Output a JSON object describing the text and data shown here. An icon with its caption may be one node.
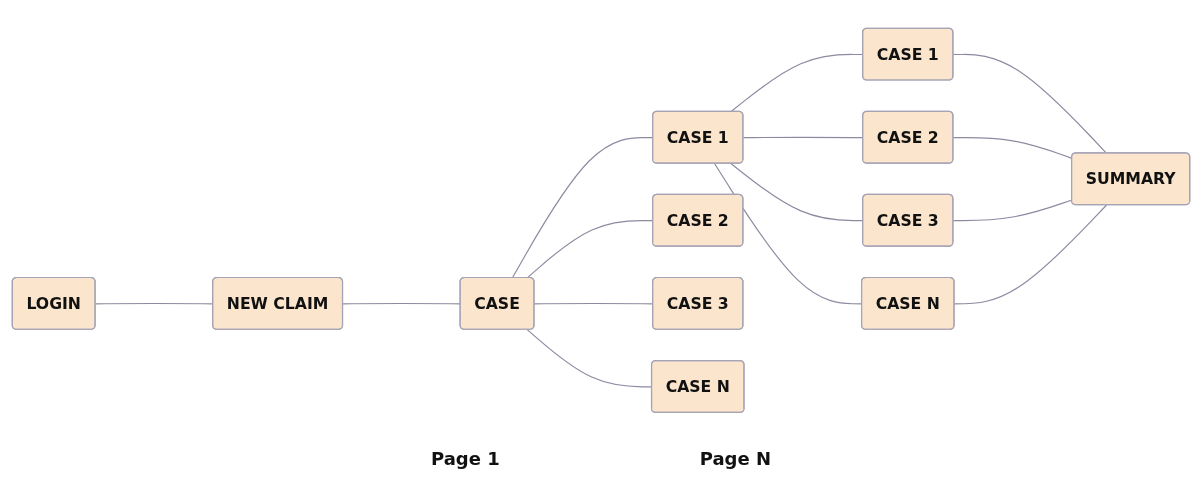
{
  "diagram": {
    "nodes": [
      {
        "text": [
          "LOGIN"
        ]
      },
      {
        "text": [
          "NEW CLAIM"
        ]
      },
      {
        "text": [
          "CASE"
        ]
      },
      {
        "text": [
          "CASE 1"
        ]
      },
      {
        "text": [
          "CASE 2"
        ]
      },
      {
        "text": [
          "CASE 3"
        ]
      },
      {
        "text": [
          "CASE N"
        ]
      },
      {
        "text": [
          "CASE 1"
        ]
      },
      {
        "text": [
          "CASE 2"
        ]
      },
      {
        "text": [
          "CASE 3"
        ]
      },
      {
        "text": [
          "CASE N"
        ]
      },
      {
        "text": [
          "SUMMARY"
        ]
      }
    ],
    "edges": [
      {
        "from": 0,
        "to": 1,
        "arrow": "none"
      },
      {
        "from": 1,
        "to": 2,
        "arrow": "none"
      },
      {
        "from": 2,
        "to": 3,
        "arrow": "none"
      },
      {
        "from": 2,
        "to": 4,
        "arrow": "none"
      },
      {
        "from": 2,
        "to": 5,
        "arrow": "none"
      },
      {
        "from": 2,
        "to": 6,
        "arrow": "none"
      },
      {
        "from": 3,
        "to": 7,
        "arrow": "none"
      },
      {
        "from": 3,
        "to": 8,
        "arrow": "none"
      },
      {
        "from": 3,
        "to": 9,
        "arrow": "none"
      },
      {
        "from": 3,
        "to": 10,
        "arrow": "none"
      },
      {
        "from": 7,
        "to": 11,
        "arrow": "none"
      },
      {
        "from": 8,
        "to": 11,
        "arrow": "none"
      },
      {
        "from": 9,
        "to": 11,
        "arrow": "none"
      },
      {
        "from": 10,
        "to": 11,
        "arrow": "none"
      }
    ],
    "labels": [
      "Page 1",
      "Page N"
    ]
  }
}
